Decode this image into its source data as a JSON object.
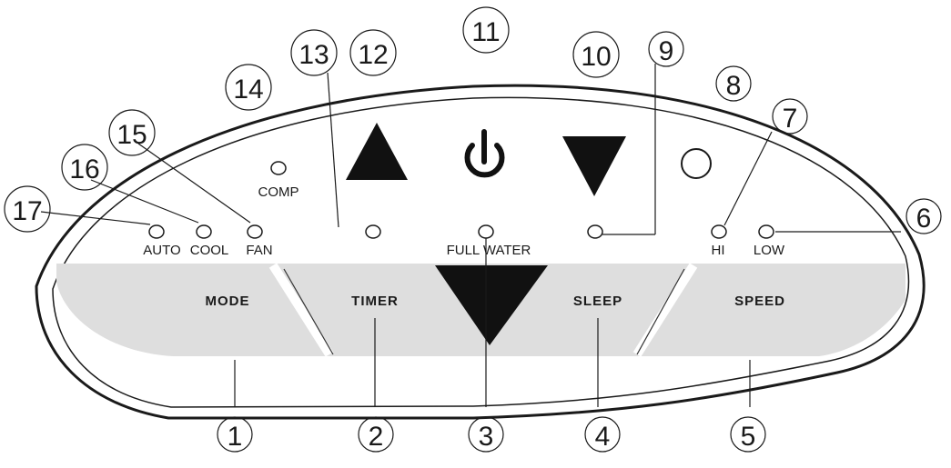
{
  "colors": {
    "outline": "#1a1a1a",
    "panel_fill": "#ffffff",
    "band_fill": "#dddddd",
    "icon_fill": "#111111"
  },
  "callouts": [
    "1",
    "2",
    "3",
    "4",
    "5",
    "6",
    "7",
    "8",
    "9",
    "10",
    "11",
    "12",
    "13",
    "14",
    "15",
    "16",
    "17"
  ],
  "indicators": {
    "auto": "AUTO",
    "cool": "COOL",
    "fan": "FAN",
    "comp": "COMP",
    "full_water": "FULL WATER",
    "hi": "HI",
    "low": "LOW"
  },
  "buttons": {
    "mode": "MODE",
    "timer": "TIMER",
    "sleep": "SLEEP",
    "speed": "SPEED"
  },
  "icons": {
    "up": "triangle-up-icon",
    "power": "power-icon",
    "down": "triangle-down-icon",
    "center_down": "triangle-down-icon",
    "round_button": "circle-button-icon"
  }
}
